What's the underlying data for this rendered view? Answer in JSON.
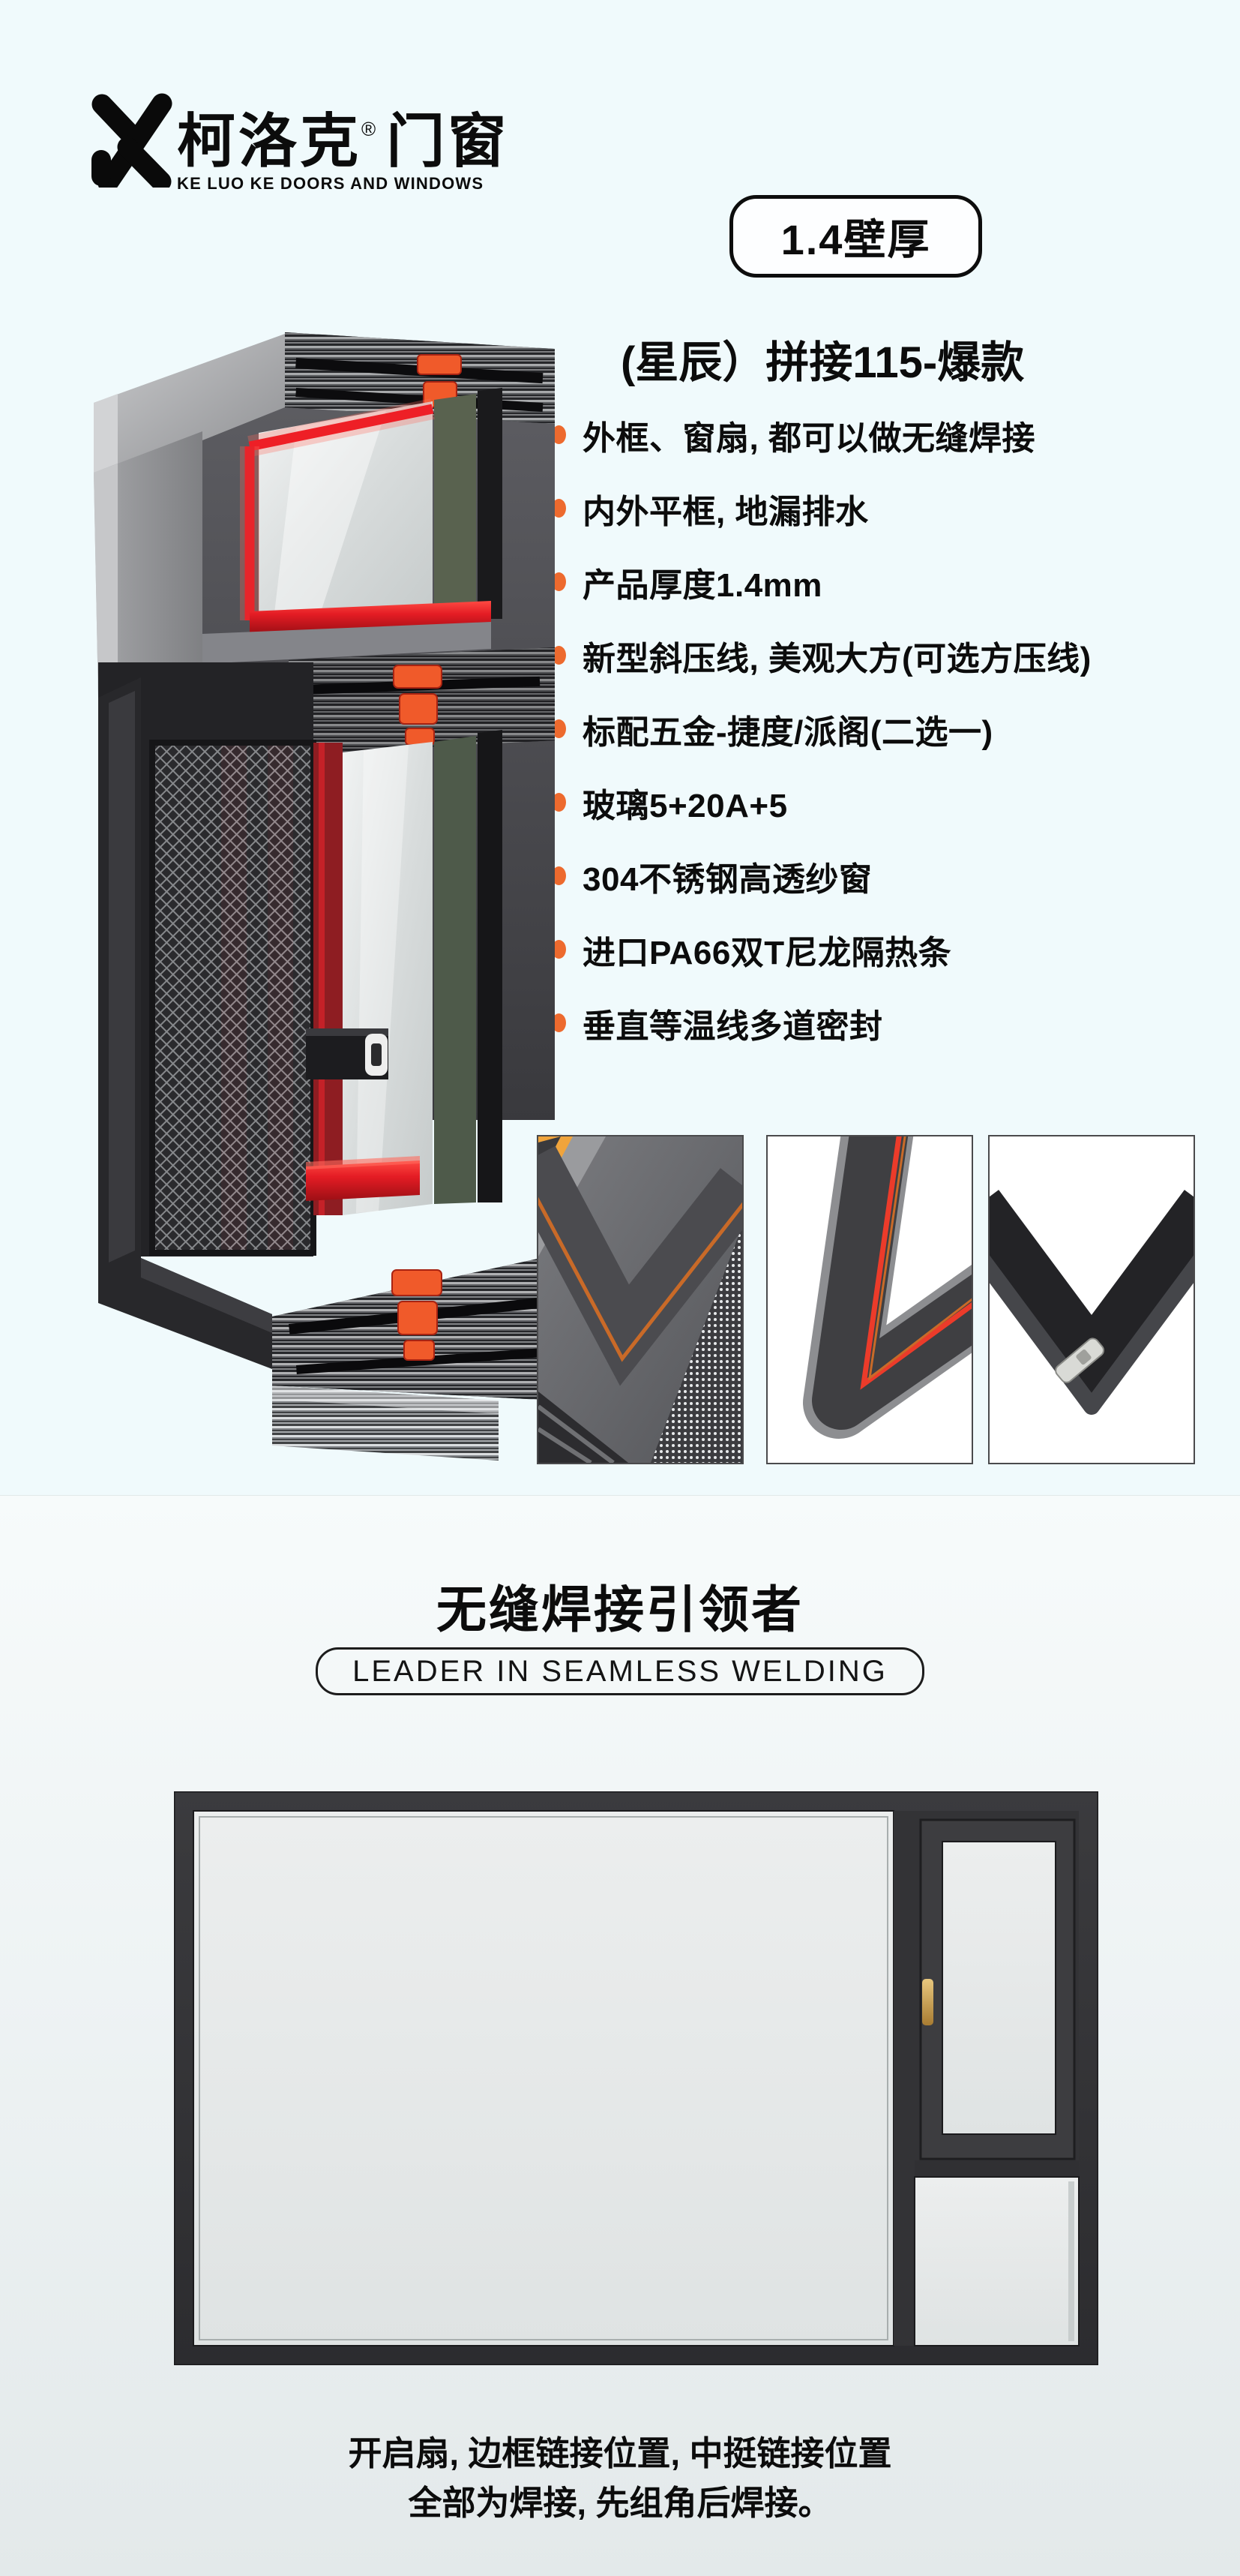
{
  "page": {
    "bg_top": "#f0fafc",
    "bg_bottom_from": "#f7fbfb",
    "bg_bottom_to": "#e3e9ea",
    "accent_orange": "#ed6a2e",
    "accent_red": "#e8222a",
    "frame_dark": "#363639"
  },
  "logo": {
    "mark": "K",
    "name_cn": "柯洛克",
    "registered": "®",
    "name_cn2": "门窗",
    "tagline_en": "KE LUO KE DOORS AND WINDOWS"
  },
  "badge": {
    "label": "1.4壁厚"
  },
  "product": {
    "title": "(星辰）拼接115-爆款",
    "features": [
      "外框、窗扇, 都可以做无缝焊接",
      "内外平框, 地漏排水",
      "产品厚度1.4mm",
      "新型斜压线, 美观大方(可选方压线)",
      "标配五金-捷度/派阁(二选一)",
      "玻璃5+20A+5",
      "304不锈钢高透纱窗",
      "进口PA66双T尼龙隔热条",
      "垂直等温线多道密封"
    ]
  },
  "section": {
    "heading_cn": "无缝焊接引领者",
    "heading_en": "LEADER IN SEAMLESS WELDING"
  },
  "caption": {
    "line1": "开启扇, 边框链接位置, 中挺链接位置",
    "line2": "全部为焊接, 先组角后焊接。"
  },
  "images": {
    "main_render": "aluminium-window-profile-cutaway-render",
    "detail_1": "frame-corner-with-mesh-screen",
    "detail_2": "frame-corner-red-gasket",
    "detail_3": "frame-corner-hinge-joint",
    "diagram": "window-elevation-diagram-with-gold-handle"
  }
}
